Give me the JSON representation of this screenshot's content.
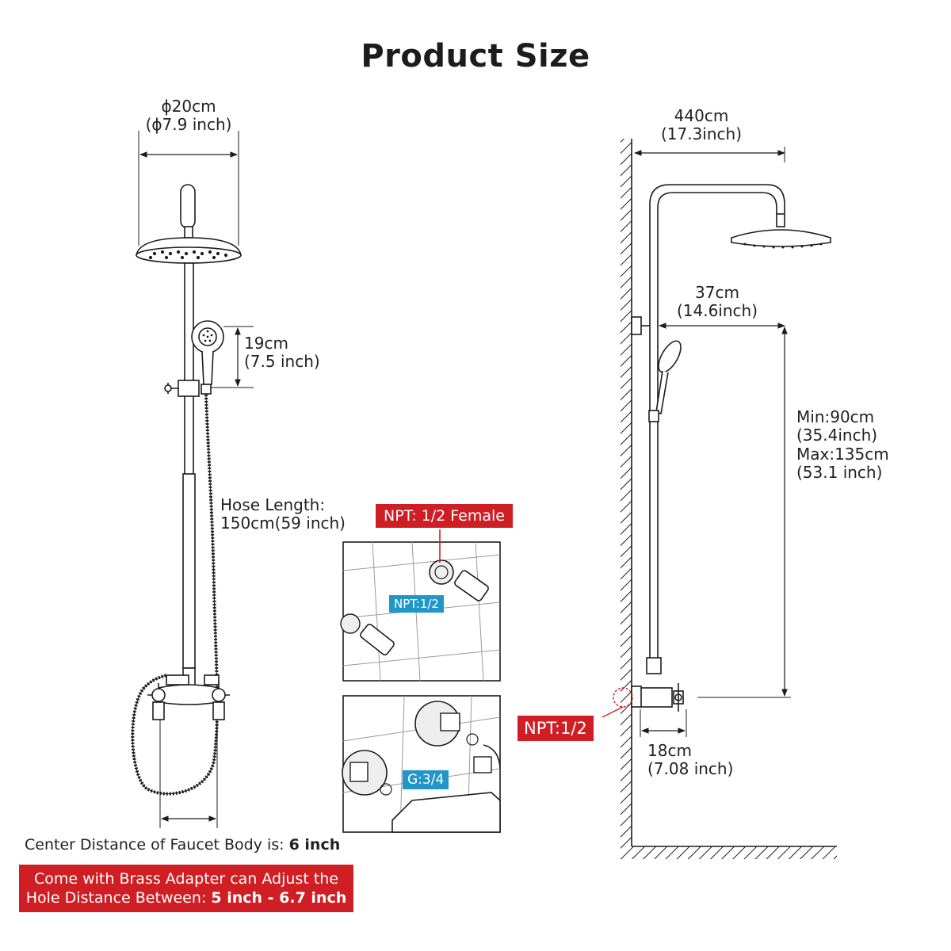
{
  "title": "Product Size",
  "left_view": {
    "diameter_cm": "ϕ20cm",
    "diameter_in": "(ϕ7.9 inch)",
    "handheld_cm": "19cm",
    "handheld_in": "(7.5 inch)",
    "hose_line1": "Hose Length:",
    "hose_line2": "150cm(59 inch)",
    "center_label": "Center Distance of Faucet Body is: ",
    "center_value": "6 inch",
    "adapter_line1": "Come with Brass Adapter can Adjust the",
    "adapter_line2": "Hole Distance Between: ",
    "adapter_value": "5 inch - 6.7 inch"
  },
  "insets": {
    "top_callout": "NPT: 1/2 Female",
    "top_tag": "NPT:1/2",
    "bottom_tag": "G:3/4"
  },
  "right_view": {
    "arm_cm": "440cm",
    "arm_in": "(17.3inch)",
    "offset_cm": "37cm",
    "offset_in": "(14.6inch)",
    "height_min": "Min:90cm",
    "height_min_in": "(35.4inch)",
    "height_max": "Max:135cm",
    "height_max_in": "(53.1 inch)",
    "inlet_callout": "NPT:1/2",
    "wall_cm": "18cm",
    "wall_in": "(7.08 inch)"
  },
  "colors": {
    "accent_red": "#cf1e24",
    "accent_blue": "#2196c9",
    "line": "#1c1c1c"
  }
}
